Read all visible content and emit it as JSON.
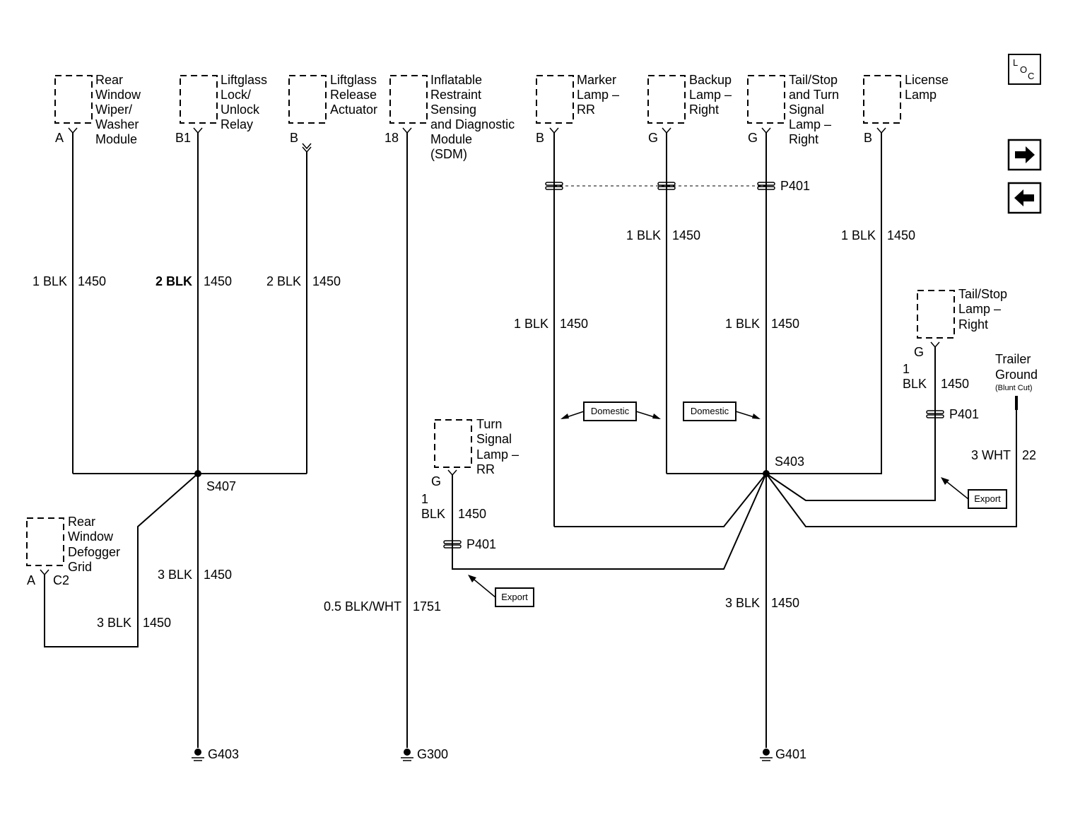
{
  "components": {
    "rear_wiper": [
      "Rear",
      "Window",
      "Wiper/",
      "Washer",
      "Module"
    ],
    "liftglass_lock": [
      "Liftglass",
      "Lock/",
      "Unlock",
      "Relay"
    ],
    "liftglass_release": [
      "Liftglass",
      "Release",
      "Actuator"
    ],
    "sdm": [
      "Inflatable",
      "Restraint",
      "Sensing",
      "and Diagnostic",
      "Module",
      "(SDM)"
    ],
    "marker_lamp": [
      "Marker",
      "Lamp –",
      "RR"
    ],
    "backup_lamp": [
      "Backup",
      "Lamp –",
      "Right"
    ],
    "tail_turn": [
      "Tail/Stop",
      "and Turn",
      "Signal",
      "Lamp –",
      "Right"
    ],
    "license_lamp": [
      "License",
      "Lamp"
    ],
    "tail_stop": [
      "Tail/Stop",
      "Lamp –",
      "Right"
    ],
    "turn_signal": [
      "Turn",
      "Signal",
      "Lamp –",
      "RR"
    ],
    "defogger": [
      "Rear",
      "Window",
      "Defogger",
      "Grid"
    ],
    "trailer_ground": [
      "Trailer",
      "Ground"
    ],
    "trailer_ground_note": "(Blunt Cut)"
  },
  "pins": {
    "rear_wiper": "A",
    "liftglass_lock": "B1",
    "liftglass_release": "B",
    "sdm": "18",
    "marker_lamp": "B",
    "backup_lamp": "G",
    "tail_turn": "G",
    "license_lamp": "B",
    "tail_stop": "G",
    "turn_signal": "G",
    "defogger_pin": "A",
    "defogger_connector": "C2"
  },
  "wires": {
    "w1_size": "1 BLK",
    "w1_num": "1450",
    "w2_size": "2 BLK",
    "w2_num": "1450",
    "w3_size": "2 BLK",
    "w3_num": "1450",
    "w4_size": "3 BLK",
    "w4_num": "1450",
    "w5_size": "3 BLK",
    "w5_num": "1450",
    "w6_size": "0.5 BLK/WHT",
    "w6_num": "1751",
    "w7_size": "1 BLK",
    "w7_num": "1450",
    "w8_size": "1 BLK",
    "w8_num": "1450",
    "w9_size": "1 BLK",
    "w9_num": "1450",
    "w10_size": "1 BLK",
    "w10_num": "1450",
    "w11_size_a": "1",
    "w11_size_b": "BLK",
    "w11_num": "1450",
    "w12_size_a": "1",
    "w12_size_b": "BLK",
    "w12_num": "1450",
    "w13_size": "3 WHT",
    "w13_num": "22",
    "w14_size": "3 BLK",
    "w14_num": "1450"
  },
  "splices": {
    "s407": "S407",
    "s403": "S403"
  },
  "connectors": {
    "p401_top": "P401",
    "p401_right": "P401",
    "p401_turn": "P401"
  },
  "grounds": {
    "g403": "G403",
    "g300": "G300",
    "g401": "G401"
  },
  "notes": {
    "domestic_1": "Domestic",
    "domestic_2": "Domestic",
    "export_1": "Export",
    "export_2": "Export"
  },
  "nav": {
    "loc_l": "L",
    "loc_o": "O",
    "loc_c": "C",
    "forward_icon": "right-arrow-icon",
    "back_icon": "left-arrow-icon"
  }
}
